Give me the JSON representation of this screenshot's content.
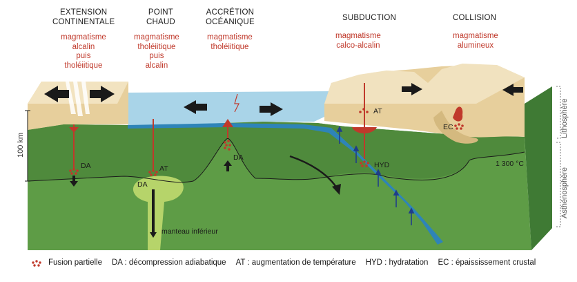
{
  "settings": [
    {
      "title": [
        "EXTENSION",
        "CONTINENTALE"
      ],
      "magmatism": [
        "magmatisme",
        "alcalin",
        "puis",
        "tholéiitique"
      ]
    },
    {
      "title": [
        "POINT",
        "CHAUD"
      ],
      "magmatism": [
        "magmatisme",
        "tholéiitique",
        "puis",
        "alcalin"
      ]
    },
    {
      "title": [
        "ACCRÉTION",
        "OCÉANIQUE"
      ],
      "magmatism": [
        "magmatisme",
        "tholéiitique"
      ]
    },
    {
      "title": [
        "SUBDUCTION"
      ],
      "magmatism": [
        "magmatisme",
        "calco-alcalin"
      ]
    },
    {
      "title": [
        "COLLISION"
      ],
      "magmatism": [
        "magmatisme",
        "alumineux"
      ]
    }
  ],
  "labels": {
    "da_extension": "DA",
    "at_hotspot": "AT",
    "da_hotspot": "DA",
    "da_ridge": "DA",
    "at_subduction": "AT",
    "hyd_subduction": "HYD",
    "ec_collision": "EC",
    "isotherm": "1 300 °C",
    "lower_mantle": "manteau inférieur",
    "scale": "100 km",
    "lithosphere": "Lithosphère",
    "asthenosphere": "Asthénosphère"
  },
  "legend": {
    "partial_melting": "Fusion partielle",
    "da": "DA : décompression adiabatique",
    "at": "AT : augmentation de température",
    "hyd": "HYD : hydratation",
    "ec": "EC : épaississement crustal"
  },
  "colors": {
    "lithosphere": "#4f8a3c",
    "lithosphere_dark": "#2f6a2b",
    "asthenosphere": "#5e9c46",
    "crust": "#e7cf9c",
    "crust_dark": "#c9ad72",
    "ocean": "#a9d4e8",
    "oceanic_plate": "#2e84b8",
    "magma": "#c0392b",
    "plume": "#b6d46a",
    "arrow": "#1a1a1a"
  }
}
